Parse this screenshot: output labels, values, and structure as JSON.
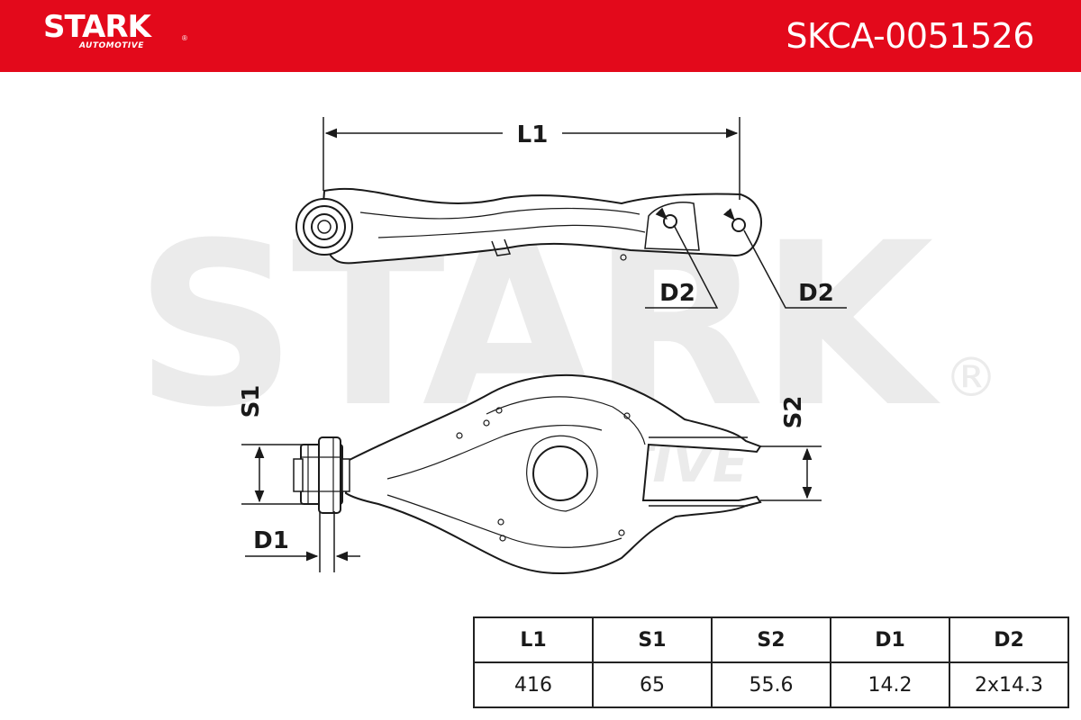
{
  "brand": {
    "name": "STARK",
    "tagline": "AUTOMOTIVE",
    "registered_mark": "®"
  },
  "part_number": "SKCA-0051526",
  "watermark": {
    "text": "STARK",
    "registered_mark": "®",
    "overlay_text": "AUTOMOTIVE"
  },
  "dimension_labels": {
    "l1": "L1",
    "d2_left": "D2",
    "d2_right": "D2",
    "s1": "S1",
    "s2": "S2",
    "d1": "D1"
  },
  "specs": {
    "headers": [
      "L1",
      "S1",
      "S2",
      "D1",
      "D2"
    ],
    "values": [
      "416",
      "65",
      "55.6",
      "14.2",
      "2x14.3"
    ]
  },
  "colors": {
    "header_red": "#e3091b",
    "watermark_gray": "#ebebeb",
    "line_dark": "#1a1a1a"
  }
}
